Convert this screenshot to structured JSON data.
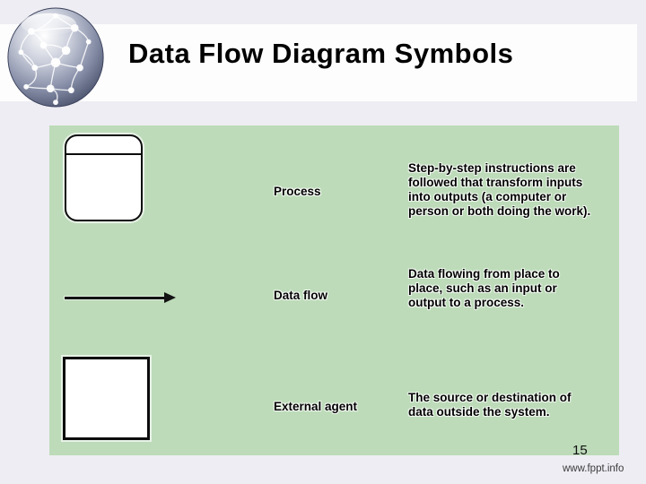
{
  "header": {
    "title": "Data Flow Diagram Symbols",
    "logo": "globe-network-logo"
  },
  "table": {
    "rows": [
      {
        "symbol": "process-rounded-rectangle",
        "label": "Process",
        "description": "Step-by-step instructions are\nfollowed that transform inputs\ninto outputs (a computer or\nperson or both doing the work)."
      },
      {
        "symbol": "data-flow-arrow",
        "label": "Data flow",
        "description": "Data flowing from place to\nplace, such as an input or\noutput to a process."
      },
      {
        "symbol": "external-agent-square",
        "label": "External agent",
        "description": "The source or destination of\ndata outside the system."
      }
    ]
  },
  "footer": {
    "page_number": "15",
    "site_link": "www.fppt.info"
  },
  "colors": {
    "slide_background": "#eeedf3",
    "title_band": "#fdfdfe",
    "panel_green": "#bddbb9",
    "text": "#000000",
    "footer_link": "#3b3b3b"
  }
}
